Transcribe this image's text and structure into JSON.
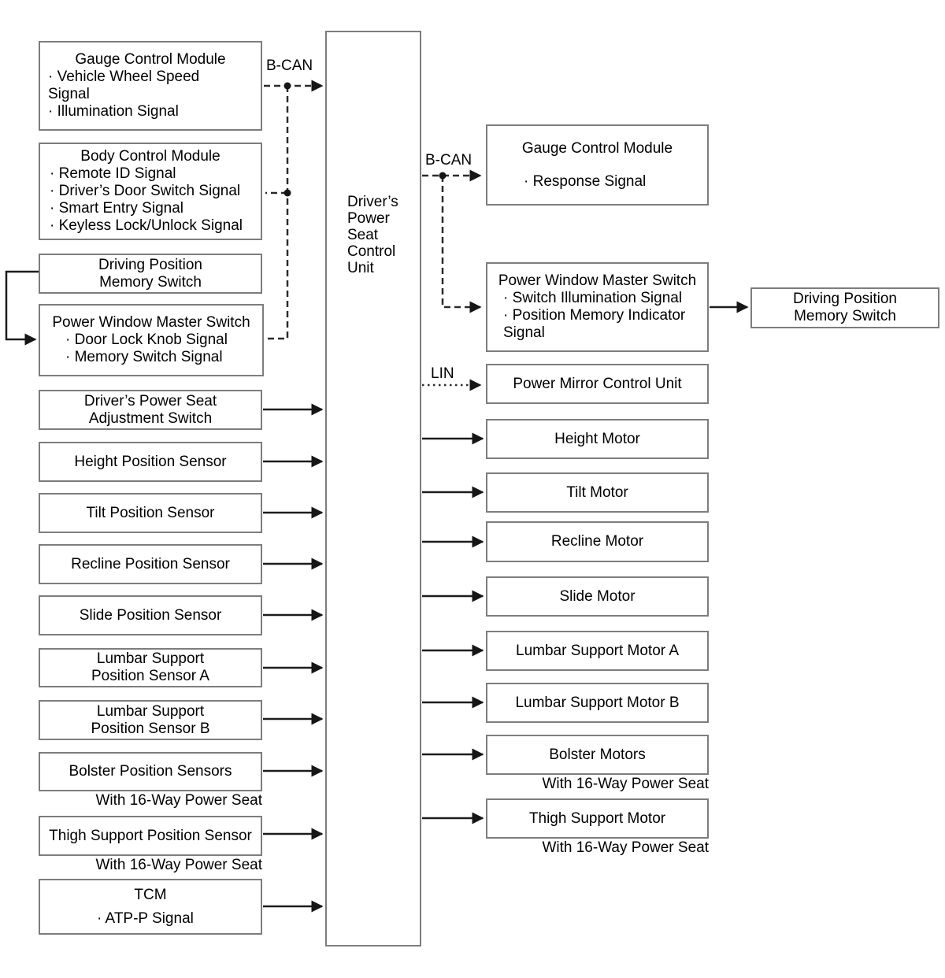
{
  "diagram": {
    "bus_labels": {
      "b_can_left": "B-CAN",
      "b_can_right": "B-CAN",
      "lin": "LIN"
    },
    "center_unit": {
      "title": "Driver’s\nPower\nSeat\nControl\nUnit"
    },
    "left_boxes": [
      {
        "title": "Gauge Control Module",
        "items": [
          "· Vehicle Wheel Speed\nSignal",
          "· Illumination Signal"
        ]
      },
      {
        "title": "Body Control Module",
        "items": [
          "· Remote ID Signal",
          "· Driver’s Door Switch Signal",
          "· Smart Entry Signal",
          "· Keyless Lock/Unlock Signal"
        ]
      },
      {
        "title": "Driving Position\nMemory Switch"
      },
      {
        "title": "Power Window Master Switch",
        "items": [
          "· Door Lock Knob Signal",
          "· Memory Switch Signal"
        ]
      },
      {
        "title": "Driver’s Power Seat\nAdjustment Switch"
      },
      {
        "title": "Height Position Sensor"
      },
      {
        "title": "Tilt Position Sensor"
      },
      {
        "title": "Recline Position Sensor"
      },
      {
        "title": "Slide Position Sensor"
      },
      {
        "title": "Lumbar Support\nPosition Sensor A"
      },
      {
        "title": "Lumbar Support\nPosition Sensor B"
      },
      {
        "title": "Bolster Position Sensors",
        "caption": "With 16-Way Power Seat"
      },
      {
        "title": "Thigh Support Position Sensor",
        "caption": "With 16-Way Power Seat"
      },
      {
        "title": "TCM",
        "items": [
          "· ATP-P Signal"
        ]
      }
    ],
    "right_boxes": [
      {
        "title": "Gauge Control Module",
        "items": [
          "· Response Signal"
        ]
      },
      {
        "title": "Power Window Master Switch",
        "items": [
          "· Switch Illumination Signal",
          "· Position Memory Indicator\nSignal"
        ]
      },
      {
        "title": "Power Mirror Control Unit"
      },
      {
        "title": "Height Motor"
      },
      {
        "title": "Tilt Motor"
      },
      {
        "title": "Recline Motor"
      },
      {
        "title": "Slide Motor"
      },
      {
        "title": "Lumbar Support Motor A"
      },
      {
        "title": "Lumbar Support Motor B"
      },
      {
        "title": "Bolster Motors",
        "caption": "With 16-Way Power Seat"
      },
      {
        "title": "Thigh Support Motor",
        "caption": "With 16-Way Power Seat"
      }
    ],
    "far_right_box": {
      "title": "Driving Position\nMemory Switch"
    }
  }
}
